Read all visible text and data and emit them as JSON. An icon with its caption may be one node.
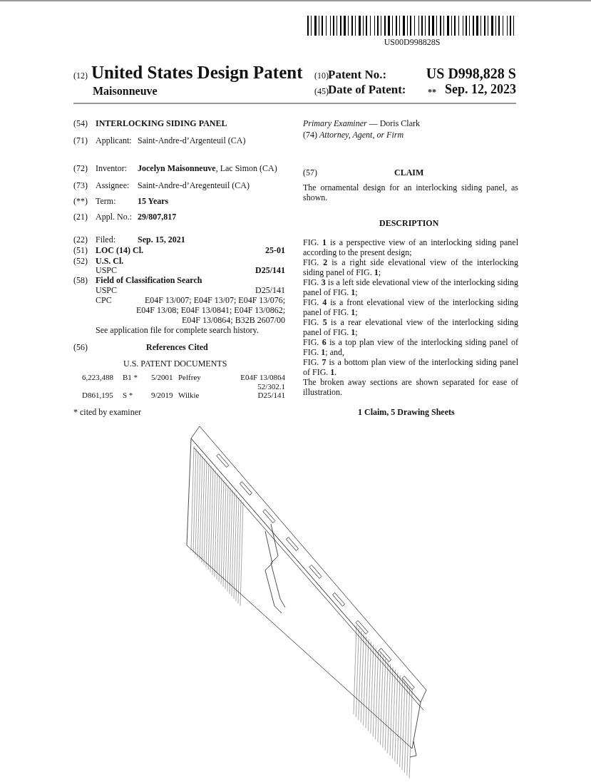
{
  "diagram": {
    "title": "United States Design Patent",
    "labels": [
      "US00D998828S",
      "(12)",
      "Maisonneuve",
      "(10)",
      "Patent No.:",
      "US D998,828 S",
      "(45)",
      "Date of Patent:",
      "**",
      "Sep. 12, 2023",
      "(54)",
      "INTERLOCKING SIDING PANEL",
      "(71)",
      "Applicant:",
      "Saint-Andre-d’Argenteuil (CA)",
      "(72)",
      "Inventor:",
      "**Jocelyn Maisonneuve**, Lac Simon (CA)",
      "(73)",
      "Assignee:",
      "Saint-Andre-d’Aregenteuil (CA)",
      "(**)",
      "Term:",
      "15 Years",
      "(21)",
      "Appl. No.:",
      "29/807,817",
      "(22)",
      "Filed:",
      "Sep. 15, 2021",
      "(51)",
      "LOC (14) Cl.",
      "25-01",
      "(52)",
      "U.S. Cl.",
      "USPC",
      "D25/141",
      "(58)",
      "Field of Classification Search",
      "USPC",
      "D25/141",
      "CPC",
      "E04F 13/007; E04F 13/07; E04F 13/076; E04F 13/08; E04F 13/0841; E04F 13/0862; E04F 13/0864; B32B 2607/00",
      "See application file for complete search history.",
      "(56)",
      "References Cited",
      "U.S. PATENT DOCUMENTS",
      "6,223,488",
      "B1 *",
      "5/2001",
      "Pelfrey",
      "E04F 13/0864",
      "52/302.1",
      "D861,195",
      "S *",
      "9/2019",
      "Wilkie",
      "D25/141",
      "* cited by examiner",
      "*Primary Examiner* — Doris Clark",
      "(74) *Attorney, Agent, or Firm*",
      "(57)",
      "CLAIM",
      "The ornamental design for an interlocking siding panel, as shown.",
      "DESCRIPTION",
      "FIG. **1** is a perspective view of an interlocking siding panel according to the present design;",
      "FIG. **2** is a right side elevational view of the interlocking siding panel of FIG. **1**;",
      "FIG. **3** is a left side elevational view of the interlocking siding panel of FIG. **1**;",
      "FIG. **4** is a front elevational view of the interlocking siding panel of FIG. **1**;",
      "FIG. **5** is a rear elevational view of the interlocking siding panel of FIG. **1**;",
      "FIG. **6** is a top plan view of the interlocking siding panel of FIG. **1**; and,",
      "FIG. **7** is a bottom plan view of the interlocking siding panel of FIG. **1**.",
      "The broken away sections are shown separated for ease of illustration.",
      "1 Claim, 5 Drawing Sheets"
    ]
  }
}
